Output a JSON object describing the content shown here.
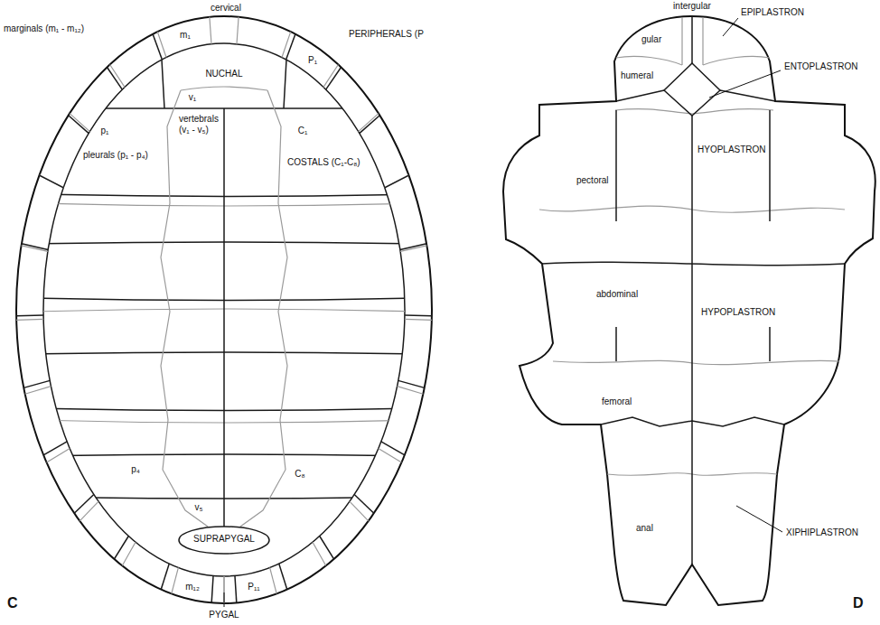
{
  "diagram": {
    "labels": [
      "cervical",
      "marginals (m₁ - m₁₂)",
      "m₁",
      "P₁",
      "PERIPHERALS (P",
      "NUCHAL",
      "v₁",
      "vertebrals (v₁ - v₅)",
      "C₁",
      "p₁",
      "pleurals (p₁ - p₄)",
      "COSTALS (C₁-C₈)",
      "p₄",
      "v₅",
      "C₈",
      "SUPRAPYGAL",
      "m₁₂",
      "P₁₁",
      "PYGAL",
      "C",
      "intergular",
      "EPIPLASTRON",
      "gular",
      "humeral",
      "ENTOPLASTRON",
      "pectoral",
      "HYOPLASTRON",
      "abdominal",
      "HYPOPLASTRON",
      "femoral",
      "anal",
      "XIPHIPLASTRON",
      "D"
    ]
  }
}
